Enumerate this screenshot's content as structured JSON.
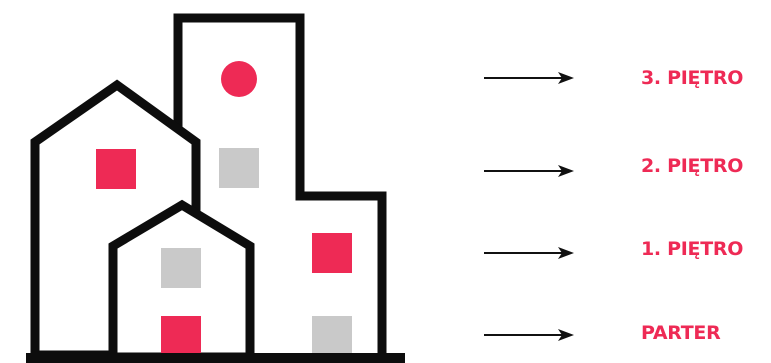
{
  "colors": {
    "outline": "#0d0d0d",
    "accent": "#ee2a55",
    "window_gray": "#c9c9c9",
    "label": "#ee2a55",
    "arrow": "#111111"
  },
  "floors": [
    {
      "label": "3. PIĘTRO"
    },
    {
      "label": "2. PIĘTRO"
    },
    {
      "label": "1. PIĘTRO"
    },
    {
      "label": "PARTER"
    }
  ]
}
